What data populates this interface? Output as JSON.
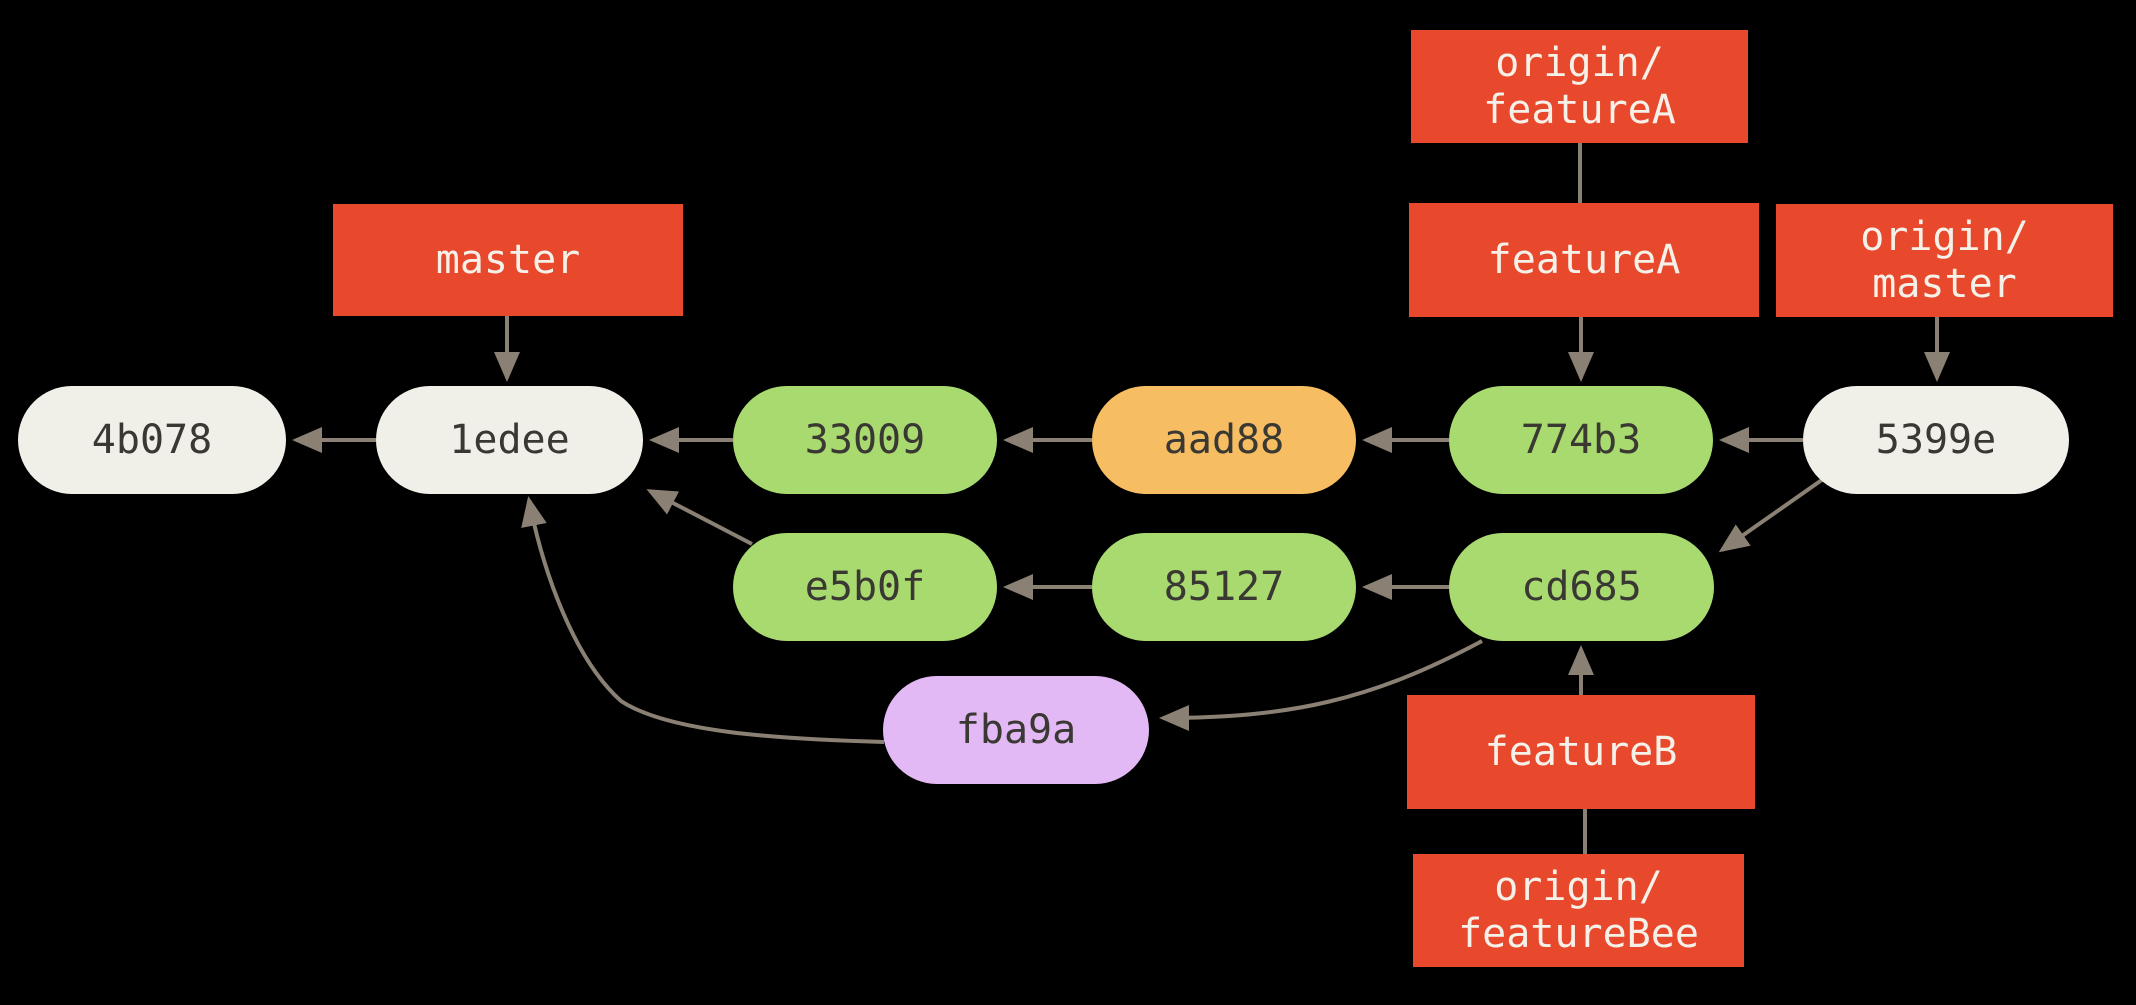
{
  "diagram_type": "git-commit-history-graph",
  "colors": {
    "background": "#000000",
    "branch_label_bg": "#E8482B",
    "branch_label_text": "#F5F1E9",
    "commit_default": "#F0EFE8",
    "commit_green": "#A9DA70",
    "commit_orange": "#F6BD62",
    "commit_purple": "#E3B9F5",
    "commit_text": "#3A3833",
    "edge": "#8A8174"
  },
  "branch_labels": [
    {
      "id": "origin-featureA",
      "label": "origin/\nfeatureA"
    },
    {
      "id": "featureA",
      "label": "featureA"
    },
    {
      "id": "origin-master",
      "label": "origin/\nmaster"
    },
    {
      "id": "master",
      "label": "master"
    },
    {
      "id": "featureB",
      "label": "featureB"
    },
    {
      "id": "origin-featureBee",
      "label": "origin/\nfeatureBee"
    }
  ],
  "commits": [
    {
      "id": "4b078",
      "label": "4b078",
      "color": "default"
    },
    {
      "id": "1edee",
      "label": "1edee",
      "color": "default"
    },
    {
      "id": "33009",
      "label": "33009",
      "color": "green"
    },
    {
      "id": "aad88",
      "label": "aad88",
      "color": "orange"
    },
    {
      "id": "774b3",
      "label": "774b3",
      "color": "green"
    },
    {
      "id": "5399e",
      "label": "5399e",
      "color": "default"
    },
    {
      "id": "e5b0f",
      "label": "e5b0f",
      "color": "green"
    },
    {
      "id": "85127",
      "label": "85127",
      "color": "green"
    },
    {
      "id": "cd685",
      "label": "cd685",
      "color": "green"
    },
    {
      "id": "fba9a",
      "label": "fba9a",
      "color": "purple"
    }
  ],
  "edges": [
    {
      "from": "1edee",
      "to": "4b078",
      "arrowhead": true
    },
    {
      "from": "33009",
      "to": "1edee",
      "arrowhead": true
    },
    {
      "from": "aad88",
      "to": "33009",
      "arrowhead": true
    },
    {
      "from": "774b3",
      "to": "aad88",
      "arrowhead": true
    },
    {
      "from": "5399e",
      "to": "774b3",
      "arrowhead": true
    },
    {
      "from": "85127",
      "to": "e5b0f",
      "arrowhead": true
    },
    {
      "from": "cd685",
      "to": "85127",
      "arrowhead": true
    },
    {
      "from": "e5b0f",
      "to": "1edee",
      "arrowhead": true
    },
    {
      "from": "5399e",
      "to": "cd685",
      "arrowhead": true
    },
    {
      "from": "fba9a",
      "to": "1edee",
      "arrowhead": true
    },
    {
      "from": "cd685",
      "to": "fba9a",
      "arrowhead": true
    },
    {
      "from": "master",
      "to": "1edee",
      "arrowhead": true
    },
    {
      "from": "featureA",
      "to": "774b3",
      "arrowhead": true
    },
    {
      "from": "origin-master",
      "to": "5399e",
      "arrowhead": true
    },
    {
      "from": "featureB",
      "to": "cd685",
      "arrowhead": true
    },
    {
      "from": "origin-featureA",
      "to": "featureA",
      "arrowhead": false
    },
    {
      "from": "origin-featureBee",
      "to": "featureB",
      "arrowhead": false
    }
  ]
}
